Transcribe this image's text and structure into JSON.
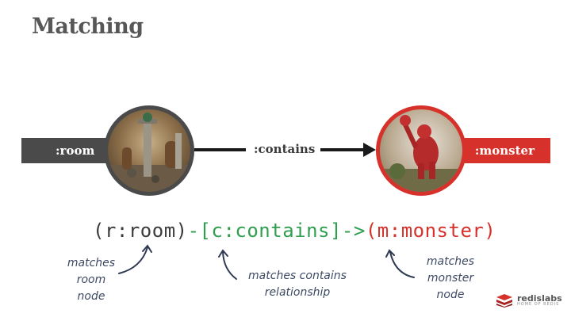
{
  "slide": {
    "title": "Matching"
  },
  "nodes": {
    "room": {
      "label": ":room",
      "color": "#4a4a4a"
    },
    "monster": {
      "label": ":monster",
      "color": "#d6312b"
    }
  },
  "edge": {
    "label": ":contains"
  },
  "query": {
    "room_part": "(r:room)",
    "rel_part": "-[c:contains]->",
    "monster_part": "(m:monster)"
  },
  "annotations": {
    "room": [
      "matches",
      "room",
      "node"
    ],
    "relationship": [
      "matches contains",
      "relationship"
    ],
    "monster": [
      "matches",
      "monster",
      "node"
    ]
  },
  "logo": {
    "name": "redislabs",
    "tagline": "HOME OF REDIS"
  }
}
